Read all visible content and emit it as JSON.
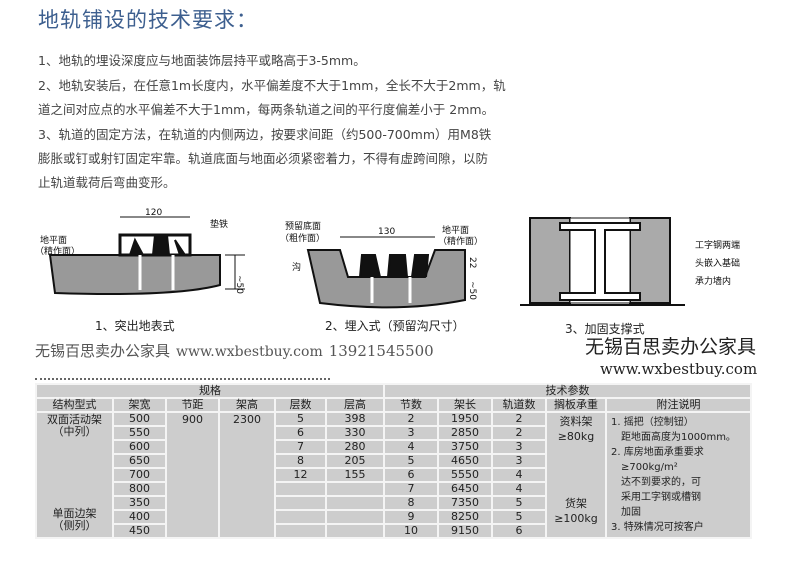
{
  "title": "地轨铺设的技术要求：",
  "paragraphs": [
    "1、地轨的埋设深度应与地面装饰层持平或略高于3-5mm。",
    "2、地轨安装后，在任意1m长度内，水平偏差度不大于1mm，全长不大于2mm，轨",
    "道之间对应点的水平偏差不大于1mm，每两条轨道之间的平行度偏差小于 2mm。",
    "3、轨道的固定方法，在轨道的内侧两边，按要求间距（约500-700mm）用M8铁",
    "膨胀或钉或射钉固定牢靠。轨道底面与地面必须紧密着力，不得有虚跨间隙，以防",
    "止轨道载荷后弯曲变形。"
  ],
  "diagrams": [
    {
      "caption": "1、突出地表式",
      "labels": {
        "width": "120",
        "shim": "垫铁",
        "ground": "地平面",
        "ground_sub": "（精作面）",
        "depth": "~50"
      }
    },
    {
      "caption": "2、埋入式（预留沟尺寸）",
      "labels": {
        "width": "130",
        "reserved": "预留底面",
        "reserved_sub": "（粗作面）",
        "ground": "地平面",
        "ground_sub": "（精作面）",
        "groove": "沟",
        "depth1": "22",
        "depth2": "~50"
      }
    },
    {
      "caption": "3、加固支撑式",
      "labels": {
        "note1": "工字钢两端",
        "note2": "头嵌入基础",
        "note3": "承力墙内"
      }
    }
  ],
  "table": {
    "group_spec": "规格",
    "group_tech": "技术参数",
    "headers": [
      "结构型式",
      "架宽",
      "节距",
      "架高",
      "层数",
      "层高",
      "节数",
      "架长",
      "轨道数",
      "搁板承重",
      "附注说明"
    ],
    "type1": "双面活动架",
    "type1_sub": "（中列）",
    "type2": "单面边架",
    "type2_sub": "（侧列）",
    "pitch": "900",
    "height": "2300",
    "load1": "资料架",
    "load1_val": "≥80kg",
    "load2": "货架",
    "load2_val": "≥100kg",
    "rows": [
      {
        "width": "500",
        "layers": "5",
        "layer_h": "398",
        "sections": "2",
        "length": "1950",
        "tracks": "2"
      },
      {
        "width": "550",
        "layers": "6",
        "layer_h": "330",
        "sections": "3",
        "length": "2850",
        "tracks": "2"
      },
      {
        "width": "600",
        "layers": "7",
        "layer_h": "280",
        "sections": "4",
        "length": "3750",
        "tracks": "3"
      },
      {
        "width": "650",
        "layers": "8",
        "layer_h": "205",
        "sections": "5",
        "length": "4650",
        "tracks": "3"
      },
      {
        "width": "700",
        "layers": "12",
        "layer_h": "155",
        "sections": "6",
        "length": "5550",
        "tracks": "4"
      },
      {
        "width": "800",
        "layers": "",
        "layer_h": "",
        "sections": "7",
        "length": "6450",
        "tracks": "4"
      },
      {
        "width": "350",
        "layers": "",
        "layer_h": "",
        "sections": "8",
        "length": "7350",
        "tracks": "5"
      },
      {
        "width": "400",
        "layers": "",
        "layer_h": "",
        "sections": "9",
        "length": "8250",
        "tracks": "5"
      },
      {
        "width": "450",
        "layers": "",
        "layer_h": "",
        "sections": "10",
        "length": "9150",
        "tracks": "6"
      }
    ],
    "notes": [
      "1. 摇把（控制钮）",
      "　距地面高度为1000mm。",
      "2. 库房地面承重要求",
      "　≥700kg/m²",
      "　达不到要求的，可",
      "　采用工字钢或槽钢",
      "　加固",
      "3. 特殊情况可按客户"
    ]
  },
  "watermarks": {
    "left_name": "无锡百思卖办公家具",
    "left_url": "www.wxbestbuy.com",
    "left_phone": "13921545500",
    "right_name": "无锡百思卖办公家具",
    "right_url": "www.wxbestbuy.com"
  }
}
